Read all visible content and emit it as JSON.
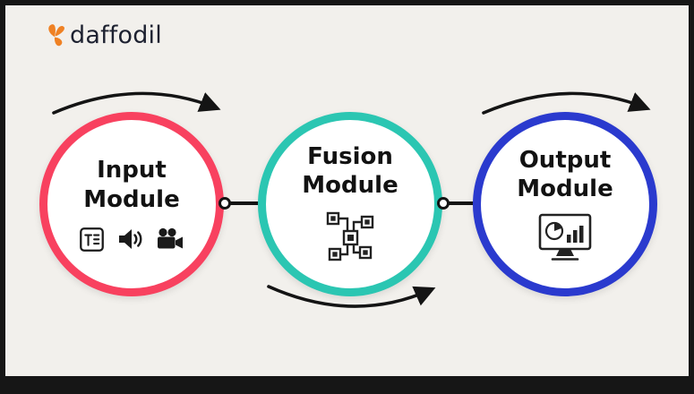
{
  "brand": {
    "name": "daffodil",
    "logo_color": "#ef8124"
  },
  "frame": {
    "background": "#f2f0ec",
    "border_color": "#161616"
  },
  "modules": [
    {
      "id": "input",
      "title": "Input Module",
      "ring_color": "#f8415f",
      "icons": [
        "document-text-icon",
        "speaker-icon",
        "video-camera-icon"
      ]
    },
    {
      "id": "fusion",
      "title": "Fusion Module",
      "ring_color": "#2bc6b2",
      "icons": [
        "chip-network-icon"
      ]
    },
    {
      "id": "output",
      "title": "Output Module",
      "ring_color": "#2a3ace",
      "icons": [
        "monitor-analytics-icon"
      ]
    }
  ],
  "connectors": [
    {
      "from": "input",
      "to": "fusion"
    },
    {
      "from": "fusion",
      "to": "output"
    }
  ],
  "arrows": [
    {
      "position": "above-input-module",
      "direction": "left-to-right"
    },
    {
      "position": "above-output-module",
      "direction": "left-to-right"
    },
    {
      "position": "below-fusion-module",
      "direction": "left-to-right"
    }
  ]
}
